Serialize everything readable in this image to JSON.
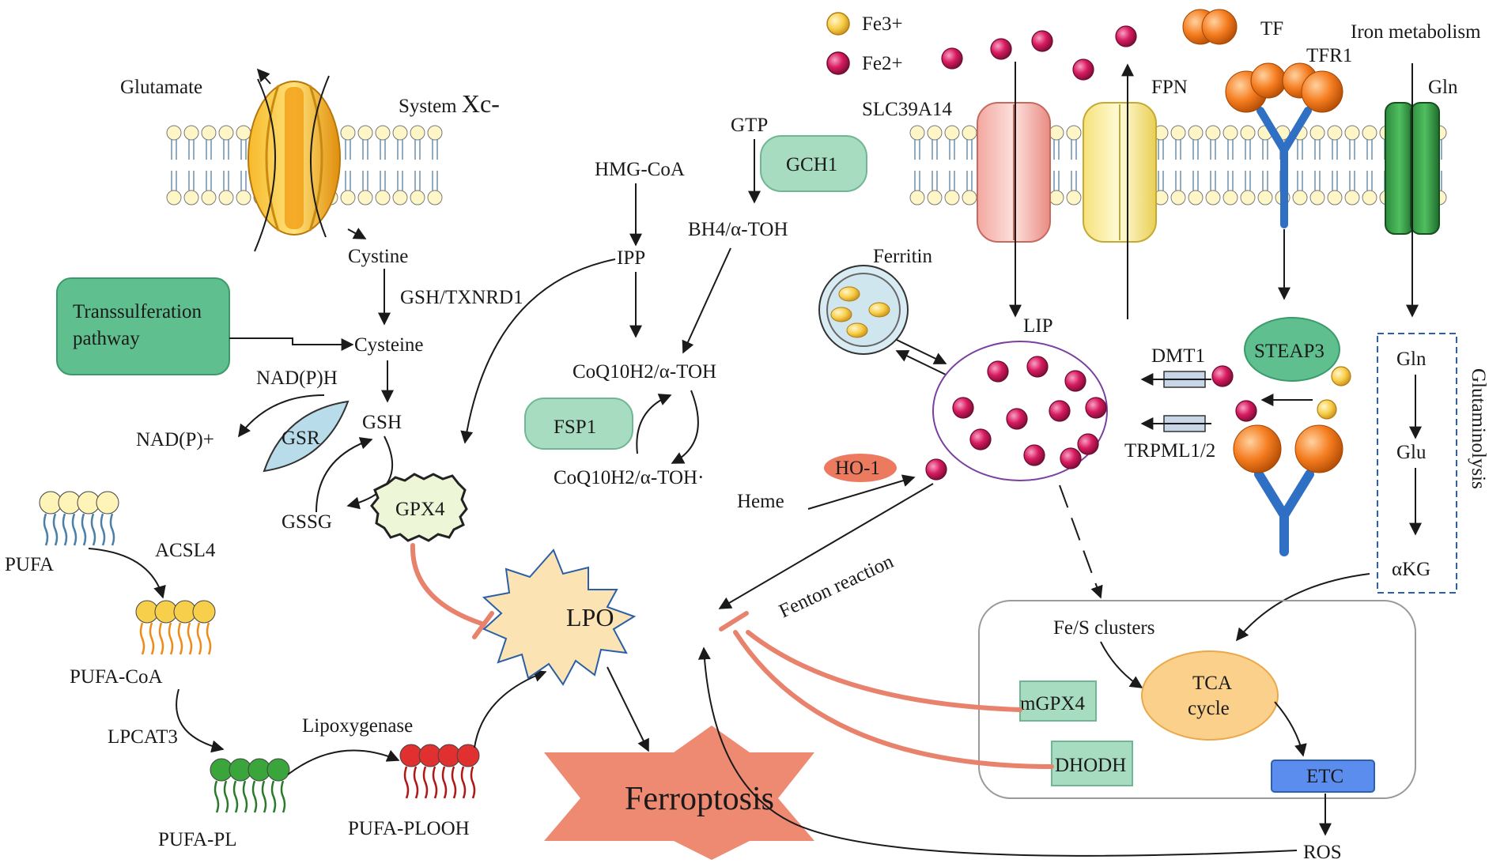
{
  "labels": {
    "glutamate": "Glutamate",
    "system_xc": "System ",
    "system_xc_suffix": "Xc-",
    "cystine": "Cystine",
    "gsh_txnrd1": "GSH/TXNRD1",
    "transsulfuration": [
      "Transsulferation",
      "pathway"
    ],
    "cysteine": "Cysteine",
    "nadph": "NAD(P)H",
    "nadp_plus": "NAD(P)+",
    "gsr": "GSR",
    "gsh": "GSH",
    "gssg": "GSSG",
    "gpx4": "GPX4",
    "pufa": "PUFA",
    "acsl4": "ACSL4",
    "pufa_coa": "PUFA-CoA",
    "lpcat3": "LPCAT3",
    "pufa_pl": "PUFA-PL",
    "lipoxygenase": "Lipoxygenase",
    "pufa_plooh": "PUFA-PLOOH",
    "hmg_coa": "HMG-CoA",
    "ipp": "IPP",
    "gtp": "GTP",
    "gch1": "GCH1",
    "bh4": "BH4/α-TOH",
    "coq10h2_top": "CoQ10H2/α-TOH",
    "fsp1": "FSP1",
    "coq10h2_bottom": "CoQ10H2/α-TOH·",
    "ho1": "HO-1",
    "heme": "Heme",
    "lpo": "LPO",
    "ferroptosis": "Ferroptosis",
    "fenton": "Fenton reaction",
    "fe3": "Fe3+",
    "fe2": "Fe2+",
    "tf": "TF",
    "tfr1": "TFR1",
    "iron_metabolism": "Iron metabolism",
    "slc39a14": "SLC39A14",
    "fpn": "FPN",
    "gln_top": "Gln",
    "ferritin": "Ferritin",
    "lip": "LIP",
    "dmt1": "DMT1",
    "trpml": "TRPML1/2",
    "steap3": "STEAP3",
    "gln": "Gln",
    "glu": "Glu",
    "akg": "αKG",
    "glutaminolysis": "Glutaminolysis",
    "fes": "Fe/S clusters",
    "mgpx4": "mGPX4",
    "tca": [
      "TCA",
      "cycle"
    ],
    "dhodh": "DHODH",
    "etc": "ETC",
    "ros": "ROS"
  },
  "colors": {
    "green_box": "#5fbf8f",
    "light_green": "#a8dcc0",
    "inhibition": "#e8826d",
    "fe2": "#c2185b",
    "fe3": "#f5c542",
    "lpo_fill": "#fbe3b3",
    "ferroptosis_fill": "#ef8a72",
    "tca_fill": "#fbd08a",
    "etc_fill": "#5b8def",
    "lip_border": "#7b3fa0",
    "glutaminolysis_border": "#2b5fb0"
  }
}
